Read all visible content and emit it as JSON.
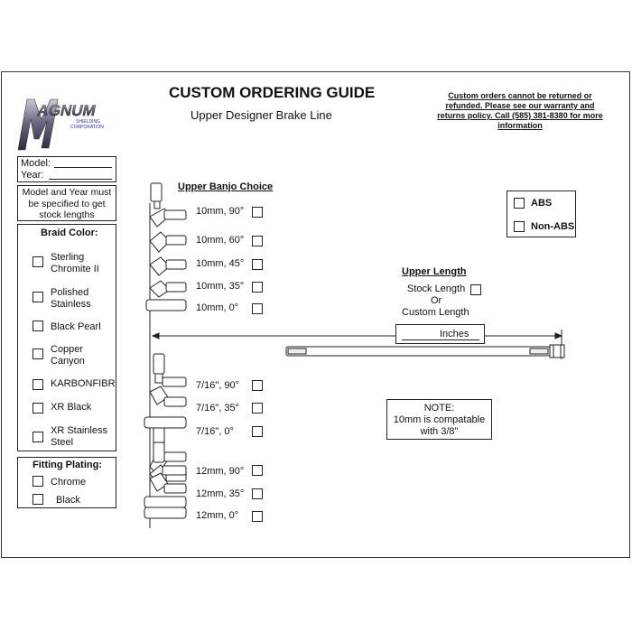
{
  "header": {
    "title": "CUSTOM ORDERING GUIDE",
    "subtitle": "Upper Designer Brake Line",
    "notice": "Custom orders cannot be returned or refunded. Please see our warranty and returns policy. Call (585) 381-8380 for more information"
  },
  "logo": {
    "brand": "MAGNUM",
    "line1": "SHIELDING",
    "line2": "CORPORATION"
  },
  "model_box": {
    "model_label": "Model:",
    "year_label": "Year:"
  },
  "requirement_note": "Model and Year must be specified to get stock lengths",
  "braid": {
    "heading": "Braid Color:",
    "options": [
      "Sterling Chromite II",
      "Polished Stainless",
      "Black Pearl",
      "Copper Canyon",
      "KARBONFIBR",
      "XR Black",
      "XR Stainless Steel"
    ]
  },
  "plating": {
    "heading": "Fitting Plating:",
    "options": [
      "Chrome",
      "Black"
    ]
  },
  "banjo": {
    "heading": "Upper Banjo Choice",
    "options": [
      "10mm, 90°",
      "10mm, 60°",
      "10mm, 45°",
      "10mm, 35°",
      "10mm, 0°",
      "7/16\", 90°",
      "7/16\", 35°",
      "7/16\", 0°",
      "12mm, 90°",
      "12mm, 35°",
      "12mm, 0°"
    ]
  },
  "abs_box": {
    "options": [
      "ABS",
      "Non-ABS"
    ]
  },
  "upper_length": {
    "heading": "Upper Length",
    "stock": "Stock Length",
    "or": "Or",
    "custom": "Custom Length",
    "inches": "Inches"
  },
  "note": {
    "heading": "NOTE:",
    "line1": "10mm is compatable",
    "line2": "with 3/8\""
  }
}
